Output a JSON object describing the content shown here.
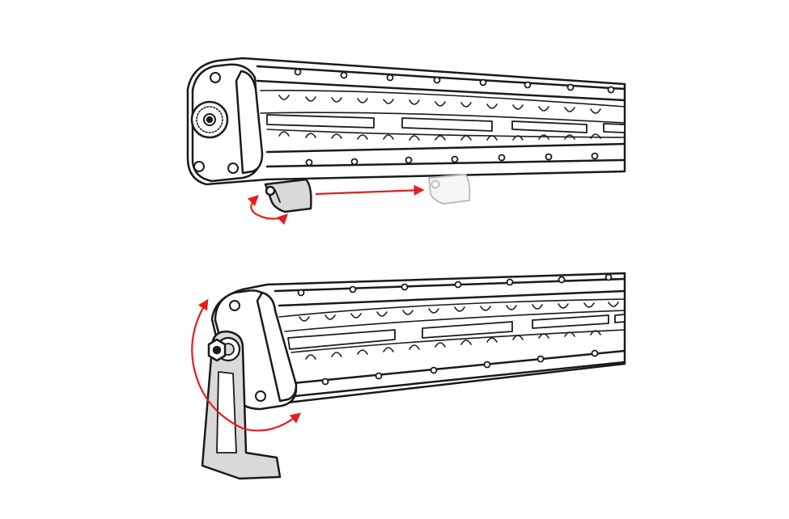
{
  "diagram": {
    "title": "",
    "panels": [
      {
        "id": "top",
        "description_visible": false,
        "motion": "bracket-slide-and-pivot"
      },
      {
        "id": "bottom",
        "description_visible": false,
        "motion": "end-mount-tilt"
      }
    ]
  },
  "colors": {
    "outline": "#1a1a1a",
    "fill": "#ffffff",
    "bracket_fill": "#d9d9d9",
    "ghost": "#bdbdbd",
    "arrow": "#e02020"
  },
  "icons": {
    "rotate_arrow": "curved-double-arrow-icon",
    "slide_arrow": "right-arrow-icon"
  }
}
